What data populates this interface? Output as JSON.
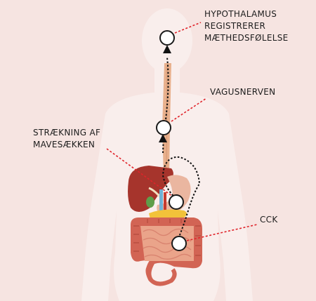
{
  "labels": {
    "hypothalamus": {
      "lines": [
        "HYPOTHALAMUS",
        "REGISTRERER",
        "MÆTHEDSFØLELSE"
      ]
    },
    "vagus": {
      "text": "VAGUSNERVEN"
    },
    "stretch": {
      "lines": [
        "STRÆKNING AF",
        "MAVESÆKKEN"
      ]
    },
    "cck": {
      "text": "CCK"
    }
  },
  "colors": {
    "background": "#f6e4e1",
    "silhouette": "#f9eeec",
    "leader_line": "#e0242b",
    "marker": "#ffffff",
    "signal_path": "#111111",
    "esophagus": "#e8b08c",
    "liver": "#a6342c",
    "stomach": "#eab6a0",
    "intestine": "#d46a5a",
    "colon": "#d26454",
    "pancreas": "#f2c23a",
    "kidney_vessel": "#6fb2d6"
  }
}
